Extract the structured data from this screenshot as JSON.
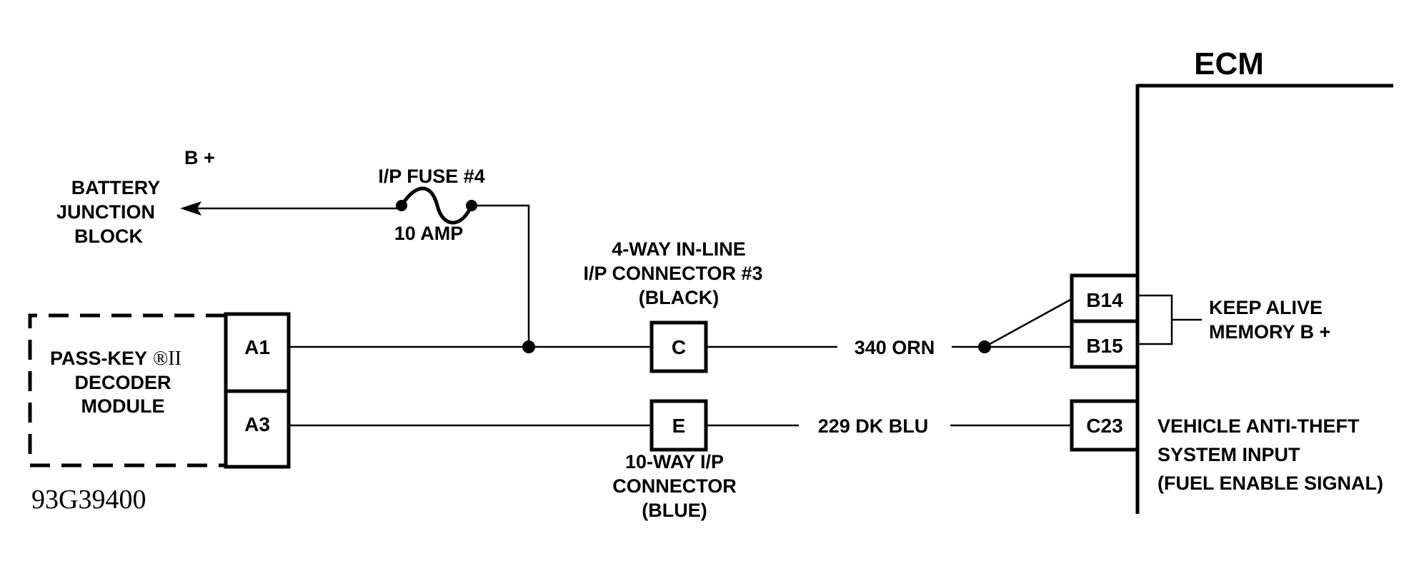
{
  "ecm": {
    "title": "ECM"
  },
  "battery": {
    "label_lines": [
      "BATTERY",
      "JUNCTION",
      "BLOCK"
    ],
    "supply": "B +"
  },
  "fuse": {
    "name": "I/P FUSE #4",
    "rating": "10 AMP"
  },
  "decoder": {
    "label_line1": "PASS-KEY",
    "label_mark": "®II",
    "label_line2": "DECODER",
    "label_line3": "MODULE",
    "pin_top": "A1",
    "pin_bottom": "A3"
  },
  "connector_4way": {
    "label_lines": [
      "4-WAY IN-LINE",
      "I/P CONNECTOR #3",
      "(BLACK)"
    ],
    "pin": "C"
  },
  "connector_10way": {
    "label_lines": [
      "10-WAY I/P",
      "CONNECTOR",
      "(BLUE)"
    ],
    "pin": "E"
  },
  "wires": {
    "orange": "340 ORN",
    "blue": "229 DK BLU"
  },
  "ecm_pins": [
    "B14",
    "B15",
    "C23"
  ],
  "keep_alive": {
    "label_lines": [
      "KEEP ALIVE",
      "MEMORY B +"
    ]
  },
  "anti_theft": {
    "label_lines": [
      "VEHICLE ANTI-THEFT",
      "SYSTEM INPUT",
      "(FUEL ENABLE SIGNAL)"
    ]
  },
  "figure_id": "93G39400"
}
